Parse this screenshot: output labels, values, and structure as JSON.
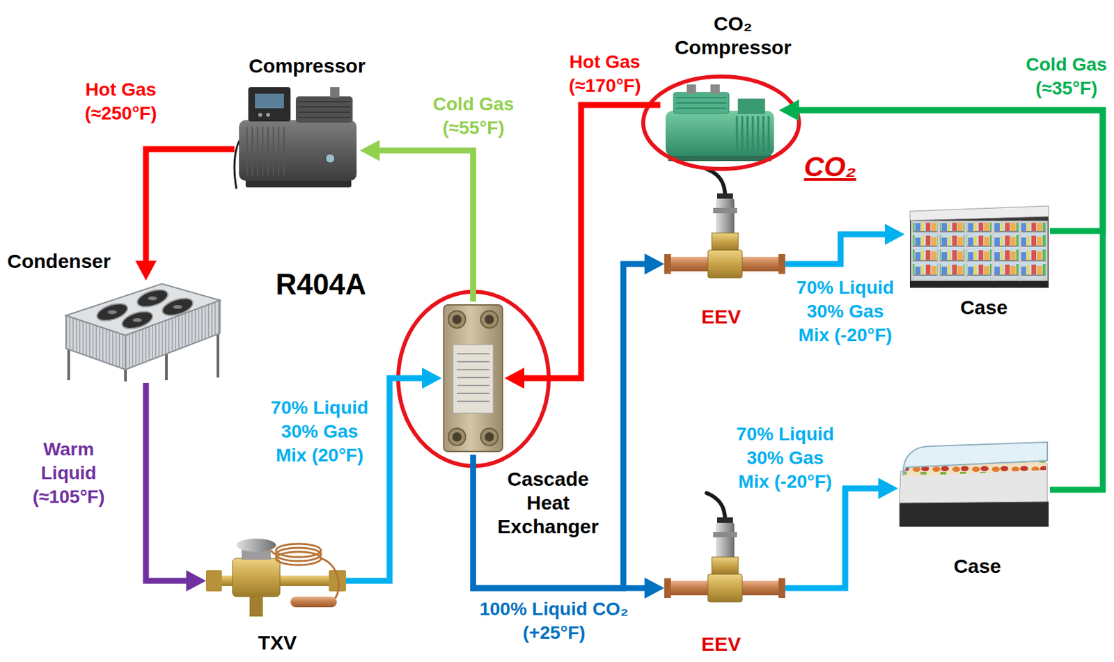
{
  "diagram": {
    "nodes": [
      {
        "text": [
          "Compressor"
        ]
      },
      {
        "text": [
          "Condenser"
        ]
      },
      {
        "text": [
          "TXV"
        ]
      },
      {
        "text": [
          "Cascade Heat Exchanger"
        ]
      },
      {
        "text": [
          "CO₂ Compressor"
        ]
      },
      {
        "text": [
          "EEV"
        ]
      },
      {
        "text": [
          "EEV"
        ]
      },
      {
        "text": [
          "Case"
        ]
      },
      {
        "text": [
          "Case"
        ]
      }
    ],
    "edges": [
      {
        "from": 0,
        "to": 1,
        "arrow": "to",
        "label": "Hot Gas (≈250°F)"
      },
      {
        "from": 1,
        "to": 2,
        "arrow": "to",
        "label": "Warm Liquid (≈105°F)"
      },
      {
        "from": 2,
        "to": 3,
        "arrow": "to",
        "label": "70% Liquid 30% Gas Mix (20°F)"
      },
      {
        "from": 3,
        "to": 0,
        "arrow": "to",
        "label": "Cold Gas (≈55°F)"
      },
      {
        "from": 4,
        "to": 3,
        "arrow": "to",
        "label": "Hot Gas (≈170°F)"
      },
      {
        "from": 3,
        "to": 5,
        "arrow": "to"
      },
      {
        "from": 3,
        "to": 6,
        "arrow": "to",
        "label": "100% Liquid CO₂ (+25°F)"
      },
      {
        "from": 5,
        "to": 7,
        "arrow": "to",
        "label": "70% Liquid 30% Gas Mix (-20°F)"
      },
      {
        "from": 6,
        "to": 8,
        "arrow": "to",
        "label": "70% Liquid 30% Gas Mix (-20°F)"
      },
      {
        "from": 7,
        "to": 4,
        "arrow": "to",
        "label": "Cold Gas (≈35°F)"
      },
      {
        "from": 8,
        "to": 4,
        "arrow": "to"
      }
    ],
    "labels": [
      "R404A",
      "CO₂"
    ]
  }
}
